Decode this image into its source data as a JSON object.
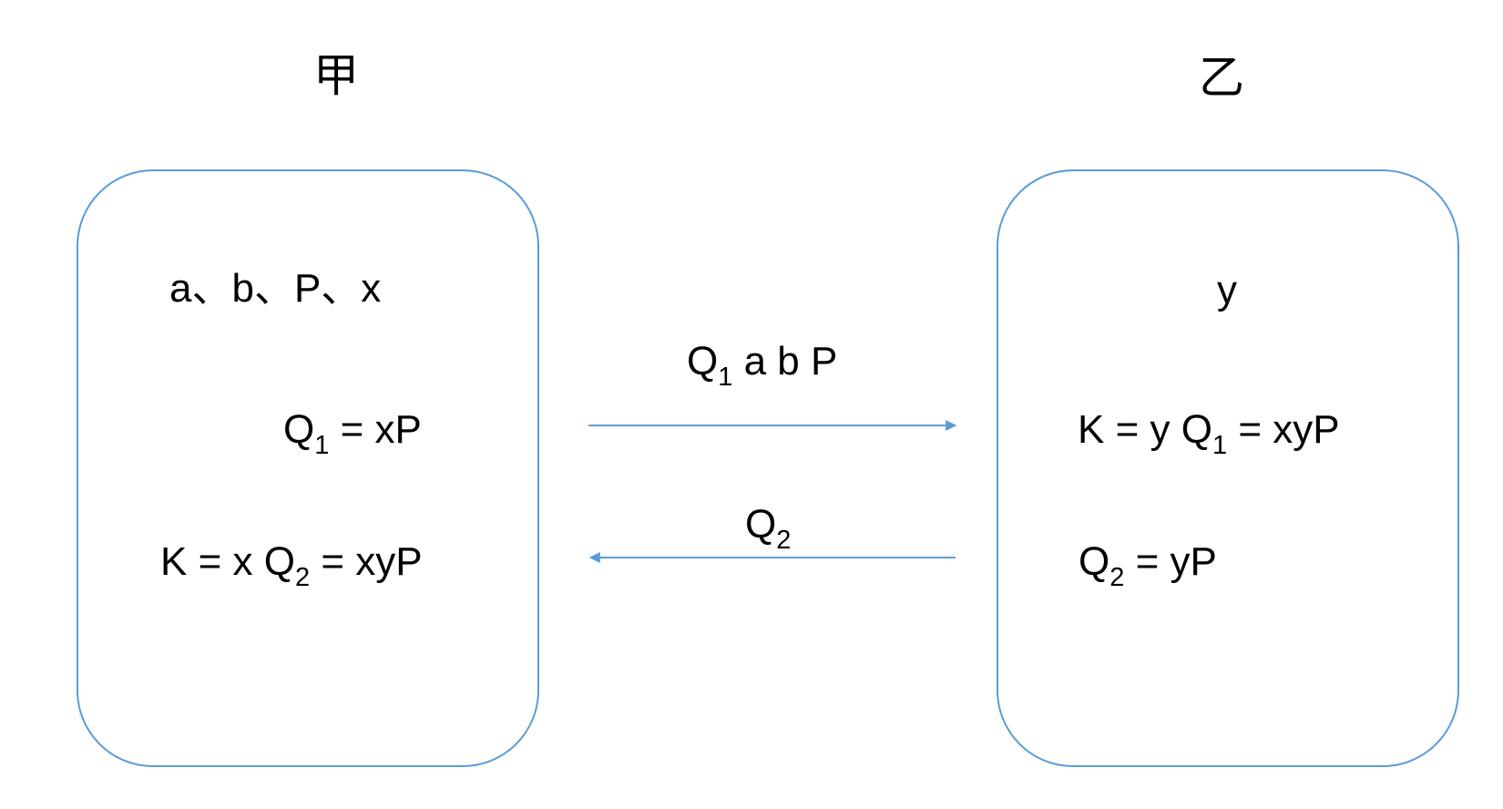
{
  "diagram": {
    "colors": {
      "box_stroke": "#5b9bd5",
      "arrow_stroke": "#5b9bd5",
      "text": "#000000"
    },
    "party_a": {
      "name": "甲",
      "params": "a、b、P、x",
      "q1_base": "Q",
      "q1_sub": "1",
      "q1_rest": " = xP",
      "k_pre": "K = x Q",
      "k_sub": "2",
      "k_rest": " = xyP"
    },
    "party_b": {
      "name": "乙",
      "secret": "y",
      "k_pre": "K = y Q",
      "k_sub": "1",
      "k_rest": " = xyP",
      "q2_base": "Q",
      "q2_sub": "2",
      "q2_rest": " = yP"
    },
    "messages": {
      "to_b": {
        "base": "Q",
        "sub": "1",
        "rest": " a b P",
        "direction": "right"
      },
      "to_a": {
        "base": "Q",
        "sub": "2",
        "rest": "",
        "direction": "left"
      }
    }
  }
}
